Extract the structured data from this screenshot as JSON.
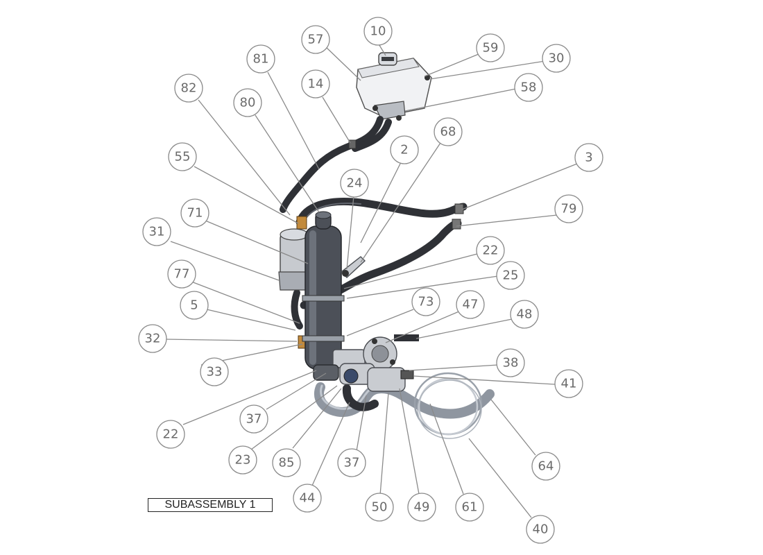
{
  "title_block": {
    "label": "SUBASSEMBLY 1"
  },
  "balloons": [
    "10",
    "57",
    "59",
    "30",
    "81",
    "58",
    "14",
    "82",
    "80",
    "68",
    "2",
    "3",
    "55",
    "24",
    "79",
    "71",
    "31",
    "22",
    "25",
    "77",
    "73",
    "47",
    "48",
    "5",
    "32",
    "38",
    "33",
    "41",
    "37",
    "22",
    "64",
    "23",
    "85",
    "37",
    "44",
    "50",
    "49",
    "61",
    "40"
  ]
}
